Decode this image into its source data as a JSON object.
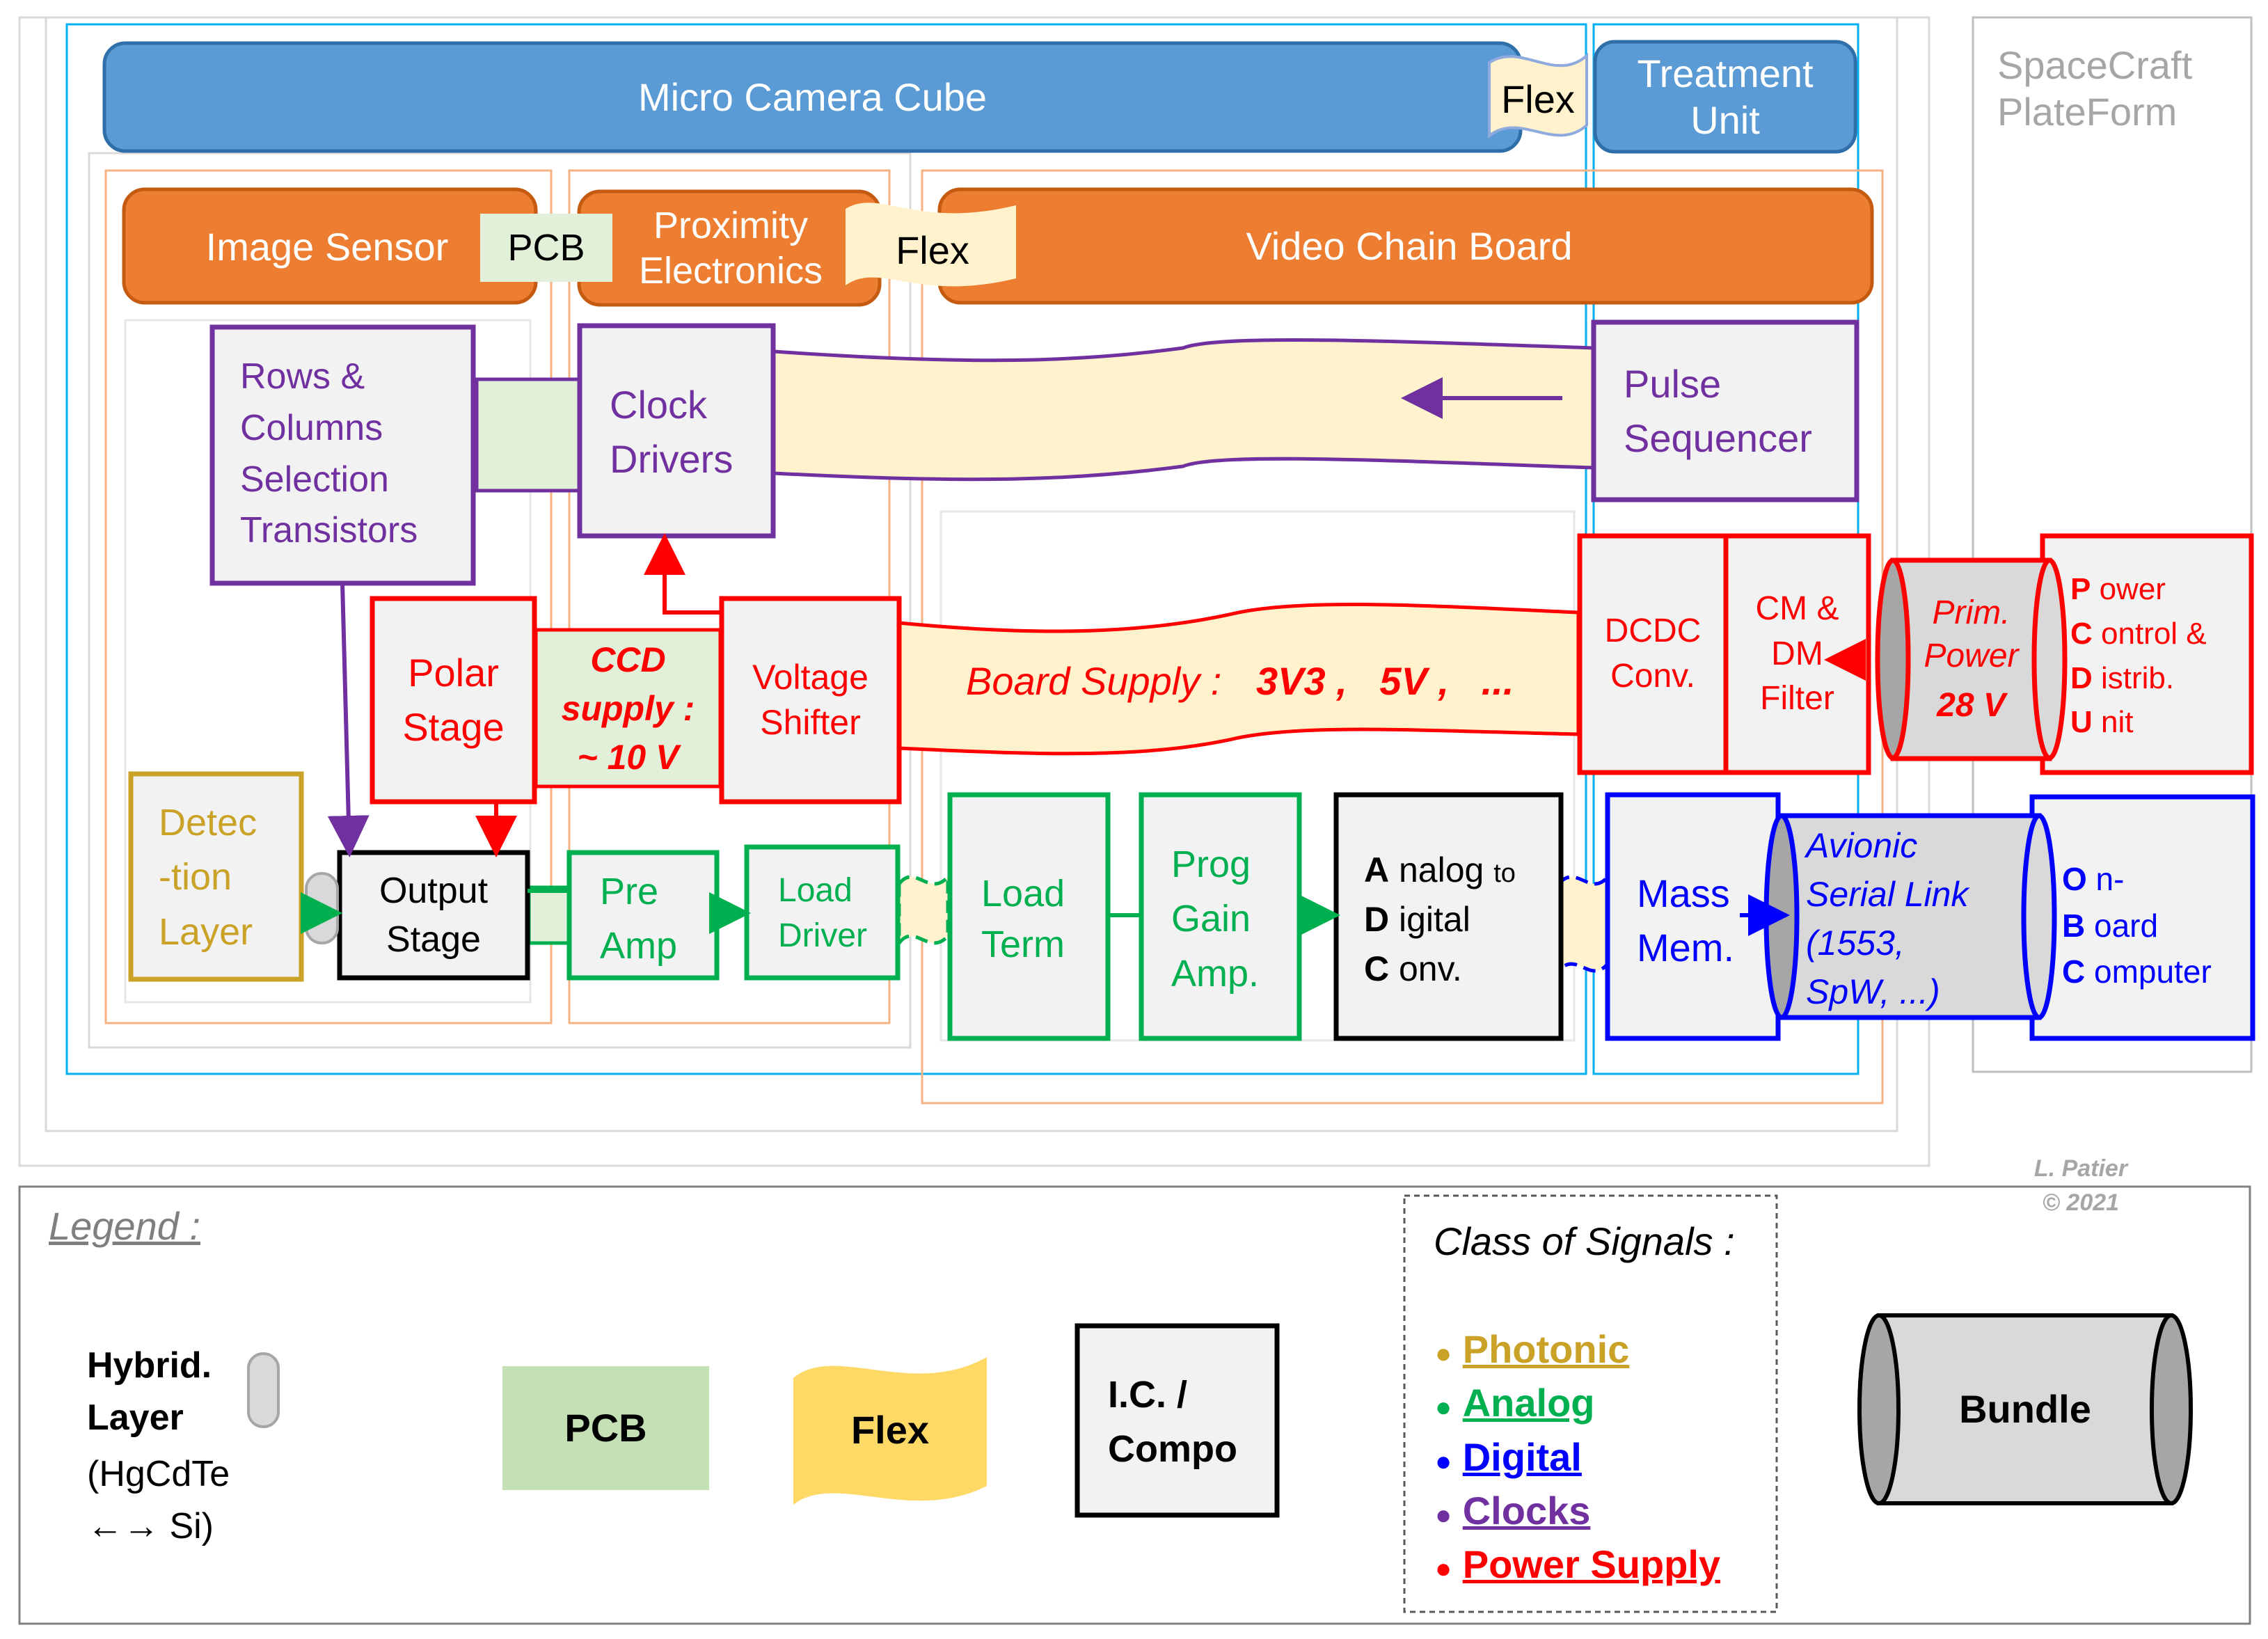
{
  "colors": {
    "blue_bar": "#5b9bd5",
    "orange_bar": "#ed7d31",
    "pcb_green": "#c5e0b4",
    "flex_yellow": "#ffd966",
    "clocks": "#7030a0",
    "power": "#ff0000",
    "analog": "#00b050",
    "digital": "#0000ff",
    "photonic": "#c9a227",
    "box_fill": "#f2f2f2"
  },
  "bars": {
    "micro_camera_cube": "Micro Camera Cube",
    "flex_top": "Flex",
    "treatment_unit": "Treatment\nUnit",
    "spacecraft_plateform": "SpaceCraft\nPlateForm",
    "image_sensor": "Image Sensor",
    "pcb_mid": "PCB",
    "proximity_electronics": "Proximity\nElectronics",
    "flex_mid": "Flex",
    "video_chain_board": "Video Chain Board"
  },
  "blocks": {
    "rows_columns": "Rows &\nColumns\nSelection\nTransistors",
    "clock_drivers": "Clock\nDrivers",
    "pulse_sequencer": "Pulse\nSequencer",
    "polar_stage": "Polar\nStage",
    "ccd_supply": "CCD\nsupply :\n~ 10 V",
    "voltage_shifter": "Voltage\nShifter",
    "board_supply_label": "Board Supply :",
    "board_supply_values": "3V3 ,   5V ,   ...",
    "dcdc_conv": "DCDC\nConv.",
    "cm_dm_filter": "CM &\nDM\nFilter",
    "prim_power": "Prim.\nPower",
    "prim_power_value": "28 V",
    "pcdu": [
      {
        "initial": "P",
        "rest": " ower"
      },
      {
        "initial": "C",
        "rest": " ontrol &"
      },
      {
        "initial": "D",
        "rest": " istrib."
      },
      {
        "initial": "U",
        "rest": " nit"
      }
    ],
    "detection_layer": "Detec\n-tion\nLayer",
    "output_stage": "Output\nStage",
    "pre_amp": "Pre\nAmp",
    "load_driver": "Load\nDriver",
    "load_term": "Load\nTerm",
    "prog_gain_amp": "Prog\nGain\nAmp.",
    "adc": [
      {
        "initial": "A",
        "rest": " nalog ",
        "small": "to"
      },
      {
        "initial": "D",
        "rest": " igital",
        "small": ""
      },
      {
        "initial": "C",
        "rest": " onv.",
        "small": ""
      }
    ],
    "mass_mem": "Mass\nMem.",
    "avionic_link": "Avionic\nSerial  Link\n(1553,\nSpW, ...)",
    "obc": [
      {
        "initial": "O",
        "rest": " n-"
      },
      {
        "initial": "B",
        "rest": " oard"
      },
      {
        "initial": "C",
        "rest": " omputer"
      }
    ]
  },
  "credit": "L. Patier\n© 2021",
  "legend": {
    "title": "Legend :",
    "hybrid_title": "Hybrid.\nLayer",
    "hybrid_sub": "(HgCdTe\n←→ Si)",
    "pcb": "PCB",
    "flex": "Flex",
    "ic": "I.C. /\nCompo",
    "signals_title": "Class of Signals :",
    "signals": [
      {
        "name": "Photonic",
        "color": "#c9a227"
      },
      {
        "name": "Analog",
        "color": "#00b050"
      },
      {
        "name": "Digital",
        "color": "#0000ff"
      },
      {
        "name": "Clocks",
        "color": "#7030a0"
      },
      {
        "name": "Power Supply",
        "color": "#ff0000"
      }
    ],
    "bundle": "Bundle"
  }
}
